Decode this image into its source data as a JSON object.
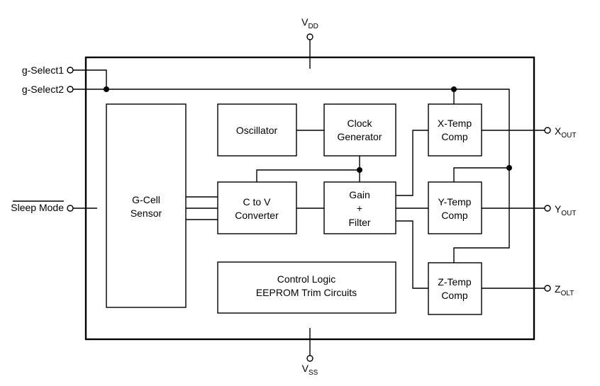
{
  "pins": {
    "vdd": {
      "main": "V",
      "sub": "DD"
    },
    "vss": {
      "main": "V",
      "sub": "SS"
    },
    "g_select1": "g-Select1",
    "g_select2": "g-Select2",
    "sleep_mode": "Sleep Mode",
    "xout": {
      "main": "X",
      "sub": "OUT"
    },
    "yout": {
      "main": "Y",
      "sub": "OUT"
    },
    "zout": {
      "main": "Z",
      "sub": "OLT"
    }
  },
  "blocks": {
    "gcell": {
      "line1": "G-Cell",
      "line2": "Sensor"
    },
    "oscillator": "Oscillator",
    "clock": {
      "line1": "Clock",
      "line2": "Generator"
    },
    "ctov": {
      "line1": "C to V",
      "line2": "Converter"
    },
    "gain": {
      "line1": "Gain",
      "line2": "+",
      "line3": "Filter"
    },
    "xtemp": {
      "line1": "X-Temp",
      "line2": "Comp"
    },
    "ytemp": {
      "line1": "Y-Temp",
      "line2": "Comp"
    },
    "ztemp": {
      "line1": "Z-Temp",
      "line2": "Comp"
    },
    "control": {
      "line1": "Control Logic",
      "line2": "EEPROM Trim Circuits"
    }
  }
}
